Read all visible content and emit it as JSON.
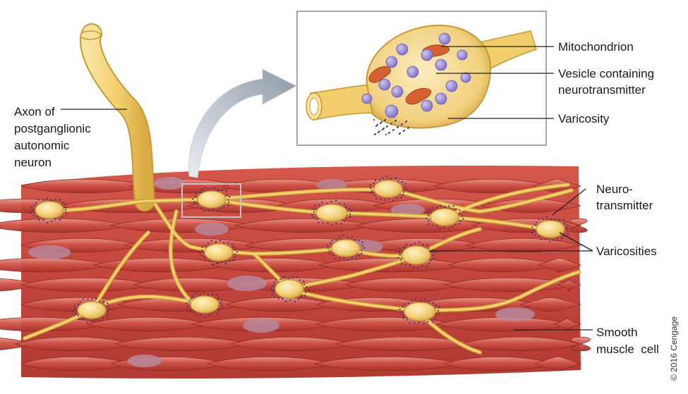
{
  "labels": {
    "axon": [
      "Axon of",
      "postganglionic",
      "autonomic",
      "neuron"
    ],
    "mitochondrion": "Mitochondrion",
    "vesicle": [
      "Vesicle containing",
      "neurotransmitter"
    ],
    "varicosity": "Varicosity",
    "neurotransmitter": [
      "Neuro-",
      "transmitter"
    ],
    "varicosities": "Varicosities",
    "smooth_muscle": [
      "Smooth",
      "muscle  cell"
    ]
  },
  "copyright": "© 2016 Cengage",
  "colors": {
    "muscle": "#c9473d",
    "muscle_light": "#e3877b",
    "muscle_dark": "#9e2d27",
    "nucleus": "#b9849a",
    "axon": "#f2cf73",
    "axon_edge": "#c79a35",
    "vesicle": "#9b8fd6",
    "mitochondrion": "#d96a3a",
    "inset_border": "#8a8a8a",
    "arrow": "#a8b4bf"
  }
}
